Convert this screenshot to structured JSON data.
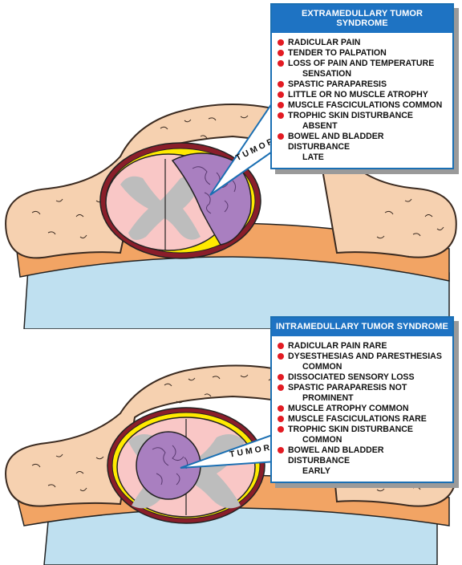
{
  "panels": [
    {
      "title": "EXTRAMEDULLARY TUMOR SYNDROME",
      "tumor_label": "TUMOR",
      "items": [
        {
          "lines": [
            "RADICULAR PAIN"
          ]
        },
        {
          "lines": [
            "TENDER TO PALPATION"
          ]
        },
        {
          "lines": [
            "LOSS OF PAIN AND TEMPERATURE",
            "SENSATION"
          ]
        },
        {
          "lines": [
            "SPASTIC PARAPARESIS"
          ]
        },
        {
          "lines": [
            "LITTLE OR NO MUSCLE ATROPHY"
          ]
        },
        {
          "lines": [
            "MUSCLE FASCICULATIONS COMMON"
          ]
        },
        {
          "lines": [
            "TROPHIC SKIN DISTURBANCE",
            "ABSENT"
          ]
        },
        {
          "lines": [
            "BOWEL AND BLADDER DISTURBANCE",
            "LATE"
          ]
        }
      ]
    },
    {
      "title": "INTRAMEDULLARY TUMOR SYNDROME",
      "tumor_label": "TUMOR",
      "items": [
        {
          "lines": [
            "RADICULAR PAIN RARE"
          ]
        },
        {
          "lines": [
            "DYSESTHESIAS AND PARESTHESIAS",
            "COMMON"
          ]
        },
        {
          "lines": [
            "DISSOCIATED SENSORY LOSS"
          ]
        },
        {
          "lines": [
            "SPASTIC PARAPARESIS NOT",
            "PROMINENT"
          ]
        },
        {
          "lines": [
            "MUSCLE ATROPHY COMMON"
          ]
        },
        {
          "lines": [
            "MUSCLE FASCICULATIONS RARE"
          ]
        },
        {
          "lines": [
            "TROPHIC SKIN DISTURBANCE",
            "COMMON"
          ]
        },
        {
          "lines": [
            "BOWEL AND BLADDER DISTURBANCE",
            "EARLY"
          ]
        }
      ]
    }
  ],
  "colors": {
    "bone": "#f6d1b0",
    "bone_outline": "#3a2a20",
    "muscle": "#f2a464",
    "body": "#bfe0f0",
    "canal": "#8a1e2a",
    "cord": "#f9c7c6",
    "gray_matter": "#bdbdbd",
    "csf": "#ffea00",
    "tumor": "#a97fc0",
    "callout_header": "#1e73c3",
    "bullet": "#e31b23"
  }
}
